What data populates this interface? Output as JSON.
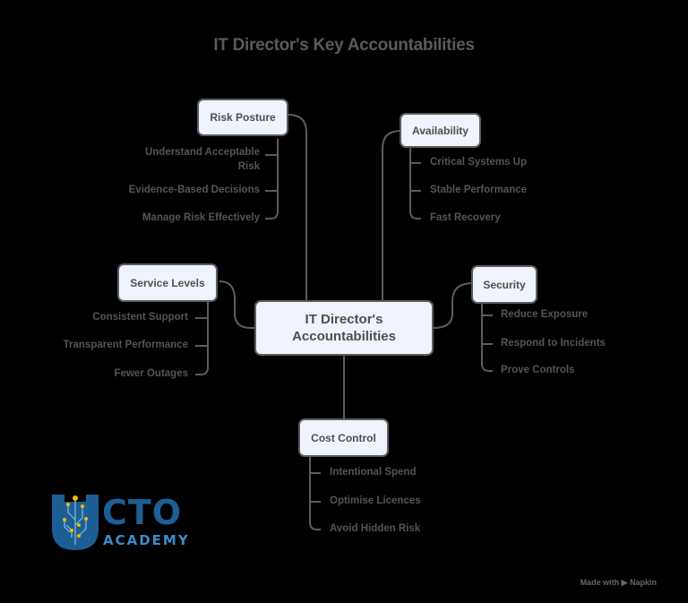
{
  "title": "IT Director's Key Accountabilities",
  "center": {
    "label_line1": "IT Director's",
    "label_line2": "Accountabilities"
  },
  "branches": [
    {
      "label": "Risk Posture",
      "items": [
        "Understand Acceptable Risk",
        "Evidence-Based Decisions",
        "Manage Risk Effectively"
      ]
    },
    {
      "label": "Availability",
      "items": [
        "Critical Systems Up",
        "Stable Performance",
        "Fast Recovery"
      ]
    },
    {
      "label": "Service Levels",
      "items": [
        "Consistent Support",
        "Transparent Performance",
        "Fewer Outages"
      ]
    },
    {
      "label": "Security",
      "items": [
        "Reduce Exposure",
        "Respond to Incidents",
        "Prove Controls"
      ]
    },
    {
      "label": "Cost Control",
      "items": [
        "Intentional Spend",
        "Optimise Licences",
        "Avoid Hidden Risk"
      ]
    }
  ],
  "logo": {
    "name": "CTO",
    "sub": "ACADEMY"
  },
  "footer": "Made with ▶ Napkin",
  "colors": {
    "node_fill": "#eef3fd",
    "node_border": "#5c5c5c",
    "line": "#5c5c5c",
    "text": "#555555",
    "logo_dark": "#1d5f94",
    "logo_light": "#3e8bc9",
    "logo_accent": "#f5b800"
  }
}
